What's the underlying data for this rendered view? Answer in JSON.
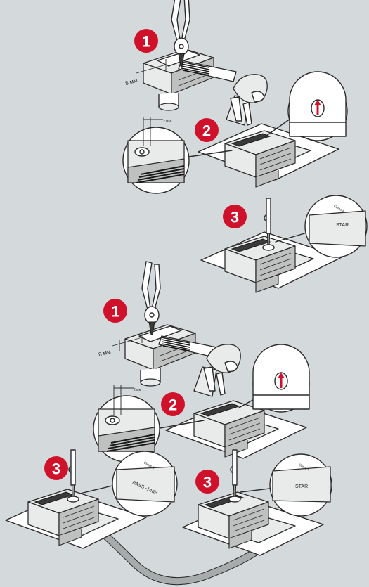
{
  "colors": {
    "background": "#d4dadc",
    "badge": "#d0112b",
    "cable": "#a7abab"
  },
  "section_top": {
    "step1": {
      "number": "1",
      "strip_length": "8 мм"
    },
    "step2": {
      "number": "2",
      "gap": "2 мм"
    },
    "step3": {
      "number": "3",
      "label": "STAR",
      "tag": "Class A"
    }
  },
  "section_bottom": {
    "step1": {
      "number": "1",
      "strip_length": "8 мм"
    },
    "step2": {
      "number": "2",
      "gap": "2 мм"
    },
    "step3a": {
      "number": "3",
      "label": "PASS -14dB",
      "tag": "Class A"
    },
    "step3b": {
      "number": "3",
      "label": "STAR",
      "tag": "Class A"
    }
  }
}
